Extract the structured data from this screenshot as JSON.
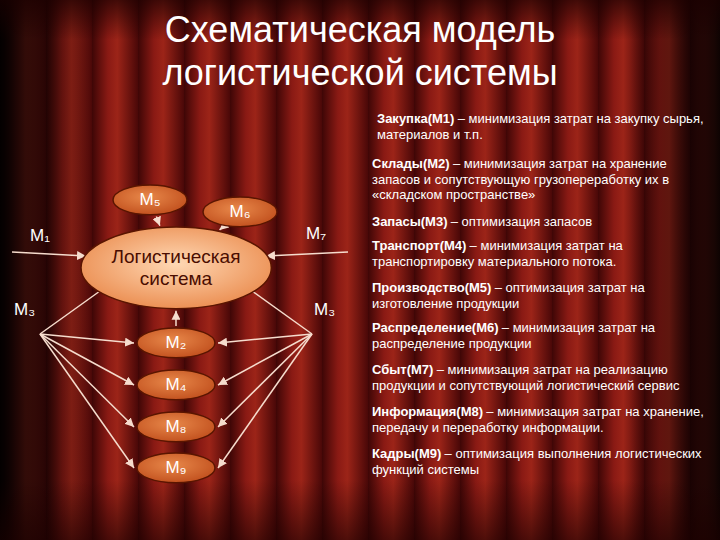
{
  "diagram": {
    "title": "Схематическая модель логистической системы",
    "nodes": [
      {
        "text": [
          "M₅"
        ]
      },
      {
        "text": [
          "M₆"
        ]
      },
      {
        "text": [
          "Логистическая система"
        ]
      },
      {
        "text": [
          "M₂"
        ]
      },
      {
        "text": [
          "M₄"
        ]
      },
      {
        "text": [
          "M₈"
        ]
      },
      {
        "text": [
          "M₉"
        ]
      }
    ],
    "edges": [
      {
        "from": 0,
        "to": 2,
        "arrow": "to"
      },
      {
        "from": 1,
        "to": 2,
        "arrow": "to"
      },
      {
        "from": 3,
        "to": 2,
        "arrow": "to"
      }
    ],
    "labels": [
      "M₁",
      "M₃",
      "M₇",
      "M₃",
      "Закупка(М1)",
      "– минимизация затрат на закупку сырья, материалов и т.п.",
      "Склады(М2)",
      "– минимизация затрат на хранение запасов и сопутствующую грузопереработку их в «складском пространстве»",
      "Запасы(М3)",
      "– оптимизация запасов",
      "Транспорт(М4)",
      "– минимизация затрат на транспортировку материального потока.",
      "Производство(М5)",
      "– оптимизация затрат на изготовление продукции",
      "Распределение(М6)",
      "– минимизация затрат на распределение продукции",
      "Сбыт(М7)",
      "– минимизация затрат на реализацию продукции и сопутствующий логистический сервис",
      "Информация(М8)",
      "– минимизация затрат на хранение, передачу и переработку информации.",
      "Кадры(М9)",
      "– оптимизация выполнения логистических функций системы"
    ]
  }
}
